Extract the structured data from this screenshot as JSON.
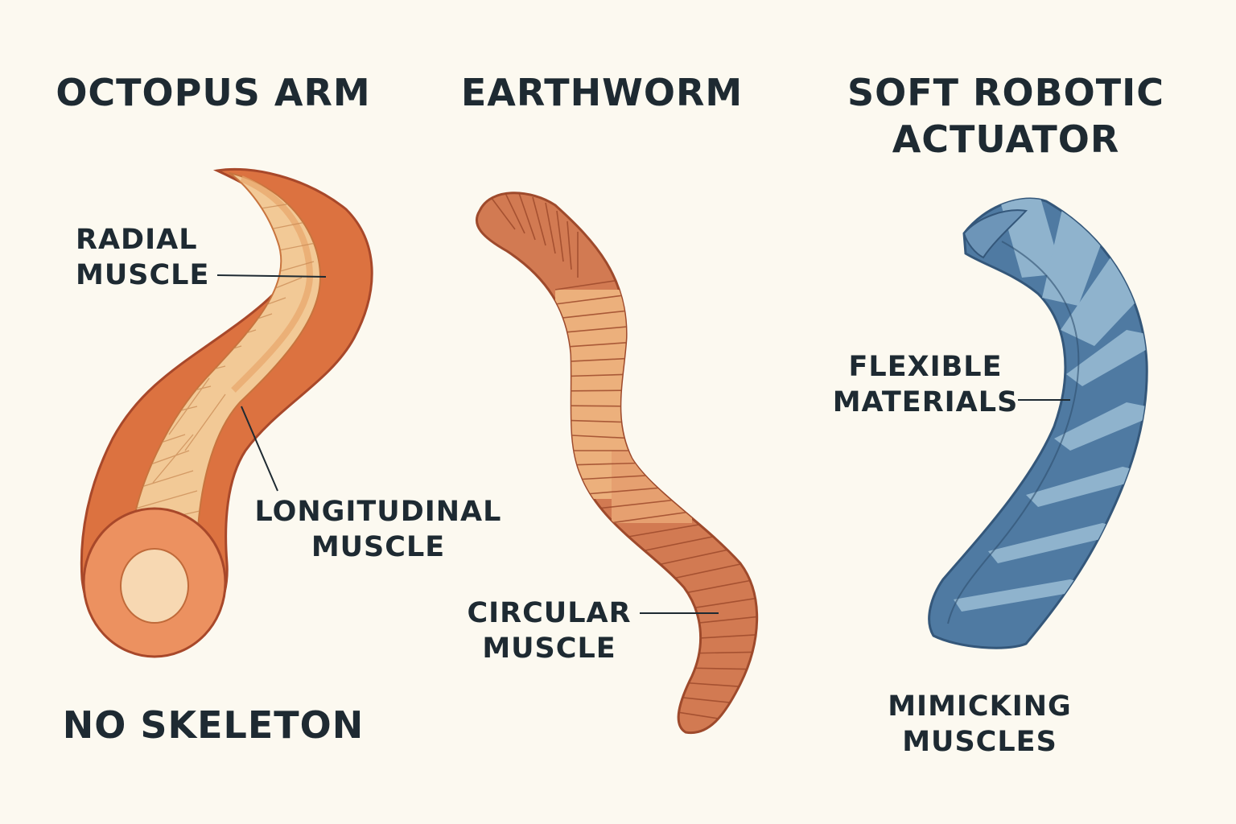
{
  "panels": [
    {
      "title": [
        "OCTOPUS ARM"
      ],
      "labels": {
        "radial": [
          "RADIAL",
          "MUSCLE"
        ],
        "longitudinal": [
          "LONGITUDINAL",
          "MUSCLE"
        ]
      },
      "caption": [
        "NO SKELETON"
      ]
    },
    {
      "title": [
        "EARTHWORM"
      ],
      "labels": {
        "circular": [
          "CIRCULAR",
          "MUSCLE"
        ]
      }
    },
    {
      "title": [
        "SOFT ROBOTIC",
        "ACTUATOR"
      ],
      "labels": {
        "flexible": [
          "FLEXIBLE",
          "MATERIALS"
        ]
      },
      "caption": [
        "MIMICKING",
        "MUSCLES"
      ]
    }
  ],
  "colors": {
    "background": "#fcf9f0",
    "octopus_outer": "#dc7240",
    "octopus_inner": "#f2c996",
    "worm": "#d27a52",
    "worm_light": "#ecb07c",
    "actuator_dark": "#4f7aa2",
    "actuator_light": "#8fb3cd"
  }
}
